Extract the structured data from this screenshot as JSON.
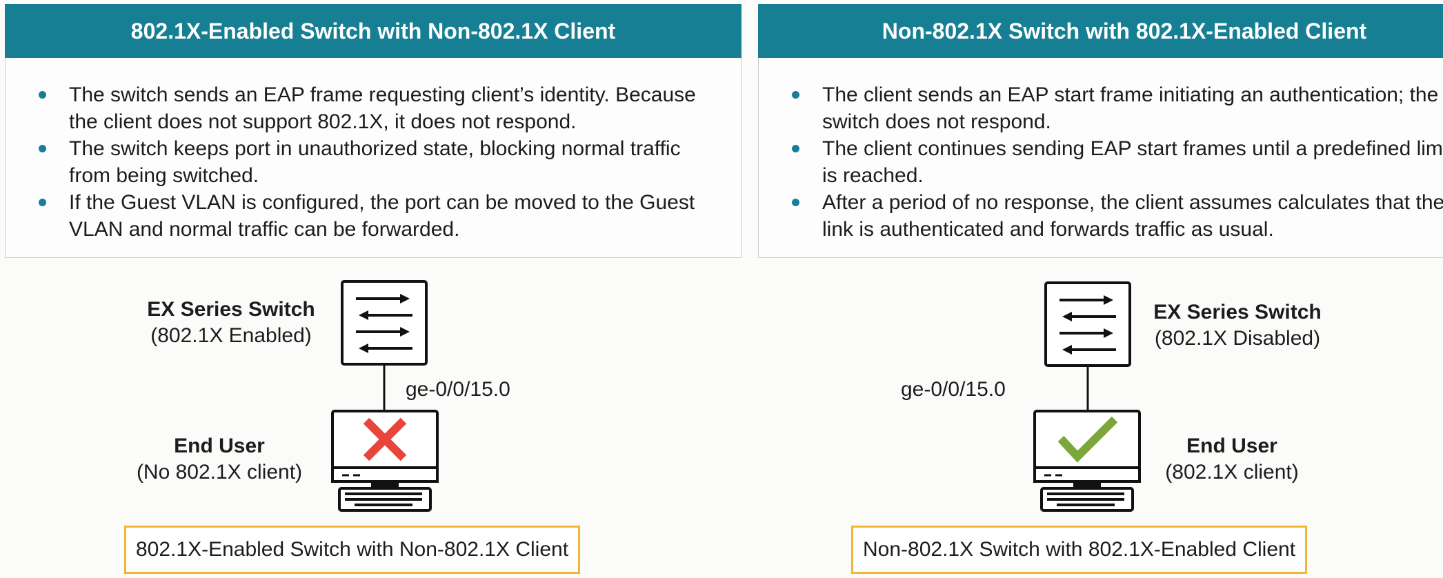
{
  "colors": {
    "header_bg": "#177f93",
    "caption_border": "#f2b632",
    "fail": "#e8453c",
    "ok": "#7ba73a"
  },
  "left": {
    "header": "802.1X-Enabled Switch with Non-802.1X Client",
    "bullets": [
      "The switch sends an EAP frame requesting client’s identity. Because the client does not support 802.1X, it does not respond.",
      "The switch keeps port in unauthorized state, blocking normal traffic from being switched.",
      "If the Guest VLAN is configured, the port can be moved to the Guest VLAN and normal traffic can be forwarded."
    ],
    "switch_title": "EX Series Switch",
    "switch_sub": "(802.1X Enabled)",
    "port": "ge-0/0/15.0",
    "user_title": "End User",
    "user_sub": "(No 802.1X client)",
    "status_icon": "red-x-icon",
    "caption": "802.1X-Enabled Switch with Non-802.1X Client"
  },
  "right": {
    "header": "Non-802.1X Switch with 802.1X-Enabled Client",
    "bullets": [
      "The client sends an EAP start frame initiating an authentication; the switch does not respond.",
      "The client continues sending EAP start frames until a predefined limit is reached.",
      "After a period of no response, the client assumes calculates that the link is authenticated and forwards traffic as usual."
    ],
    "switch_title": "EX Series Switch",
    "switch_sub": "(802.1X Disabled)",
    "port": "ge-0/0/15.0",
    "user_title": "End User",
    "user_sub": "(802.1X client)",
    "status_icon": "green-check-icon",
    "caption": "Non-802.1X Switch with 802.1X-Enabled Client"
  }
}
